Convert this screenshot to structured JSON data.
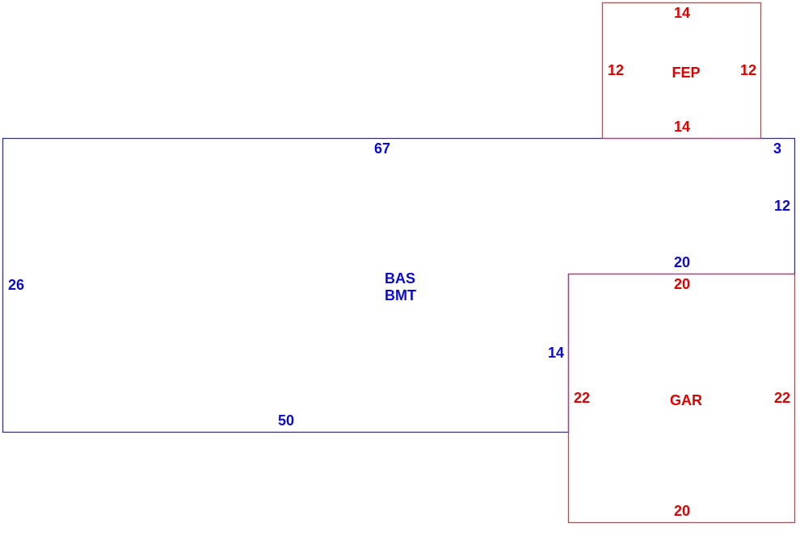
{
  "colors": {
    "main_area": "#0a0ad6",
    "addition": "#e00000",
    "main_line": "#2020ff",
    "addition_line": "#ff2a2a"
  },
  "areas": {
    "main": {
      "labels": [
        "BAS",
        "BMT"
      ],
      "dimensions": {
        "top": "67",
        "top_right": "3",
        "right": "12",
        "inner_top": "20",
        "inner_left": "14",
        "bottom": "50",
        "left": "26"
      }
    },
    "fep": {
      "label": "FEP",
      "dimensions": {
        "top": "14",
        "bottom": "14",
        "left": "12",
        "right": "12"
      }
    },
    "gar": {
      "label": "GAR",
      "dimensions": {
        "top": "20",
        "bottom": "20",
        "left": "22",
        "right": "22"
      }
    }
  }
}
